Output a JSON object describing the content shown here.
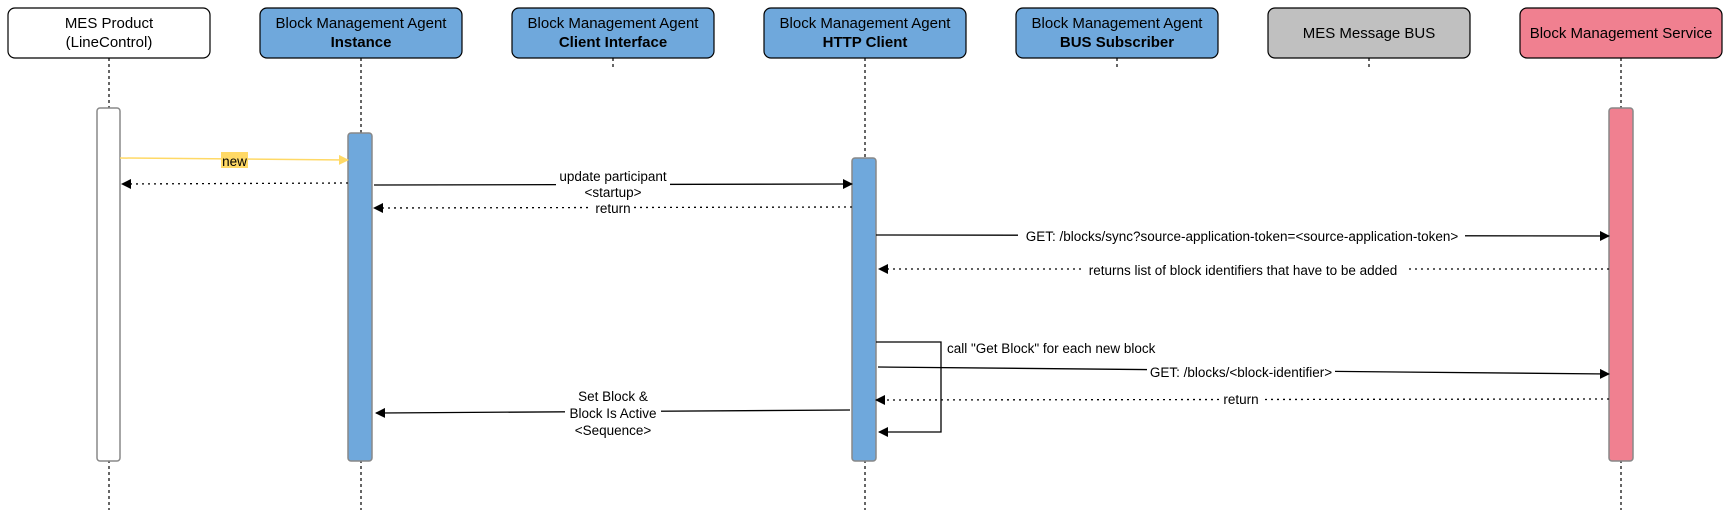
{
  "participants": [
    {
      "line1": "MES Product",
      "line2": "(LineControl)",
      "fill": "#ffffff"
    },
    {
      "line1": "Block Management Agent",
      "line2": "Instance",
      "fill": "#6fa8dc"
    },
    {
      "line1": "Block Management Agent",
      "line2": "Client Interface",
      "fill": "#6fa8dc"
    },
    {
      "line1": "Block Management Agent",
      "line2": "HTTP Client",
      "fill": "#6fa8dc"
    },
    {
      "line1": "Block Management Agent",
      "line2": "BUS Subscriber",
      "fill": "#6fa8dc"
    },
    {
      "line1": "MES Message BUS",
      "line2": "",
      "fill": "#c0c0c0"
    },
    {
      "line1": "Block Management Service",
      "line2": "",
      "fill": "#f08090"
    }
  ],
  "messages": {
    "new": "new",
    "update_participant": "update participant",
    "startup": "<startup>",
    "return1": "return",
    "get_sync": "GET: /blocks/sync?source-application-token=<source-application-token>",
    "returns_list": "returns list of block identifiers that have to be added",
    "call_get_block": "call \"Get Block\" for each new block",
    "get_block": "GET: /blocks/<block-identifier>",
    "return2": "return",
    "set_block_1": "Set Block &",
    "set_block_2": "Block Is Active",
    "set_block_3": "<Sequence>"
  },
  "colors": {
    "instance_activation": "#6fa8dc",
    "service_activation": "#f08090",
    "new_arrow": "#ffd966",
    "new_label_bg": "#ffd966"
  }
}
